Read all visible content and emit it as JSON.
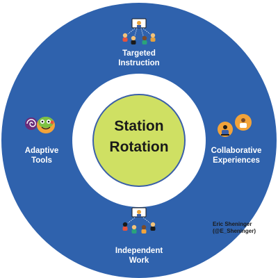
{
  "title": {
    "line1": "Station",
    "line2": "Rotation"
  },
  "stations": {
    "top": {
      "line1": "Targeted",
      "line2": "Instruction",
      "icon": "teacher-group-icon"
    },
    "left": {
      "line1": "Adaptive",
      "line2": "Tools",
      "icon": "adaptive-tools-icon"
    },
    "right": {
      "line1": "Collaborative",
      "line2": "Experiences",
      "icon": "collaboration-icon"
    },
    "bottom": {
      "line1": "Independent",
      "line2": "Work",
      "icon": "independent-work-icon"
    }
  },
  "credit": {
    "line1": "Eric Sheninger",
    "line2": "(@E_Sheninger)"
  },
  "colors": {
    "ring": "#2f62ad",
    "center": "#cfe063",
    "center_border": "#3a5fa8",
    "text_light": "#ffffff"
  }
}
